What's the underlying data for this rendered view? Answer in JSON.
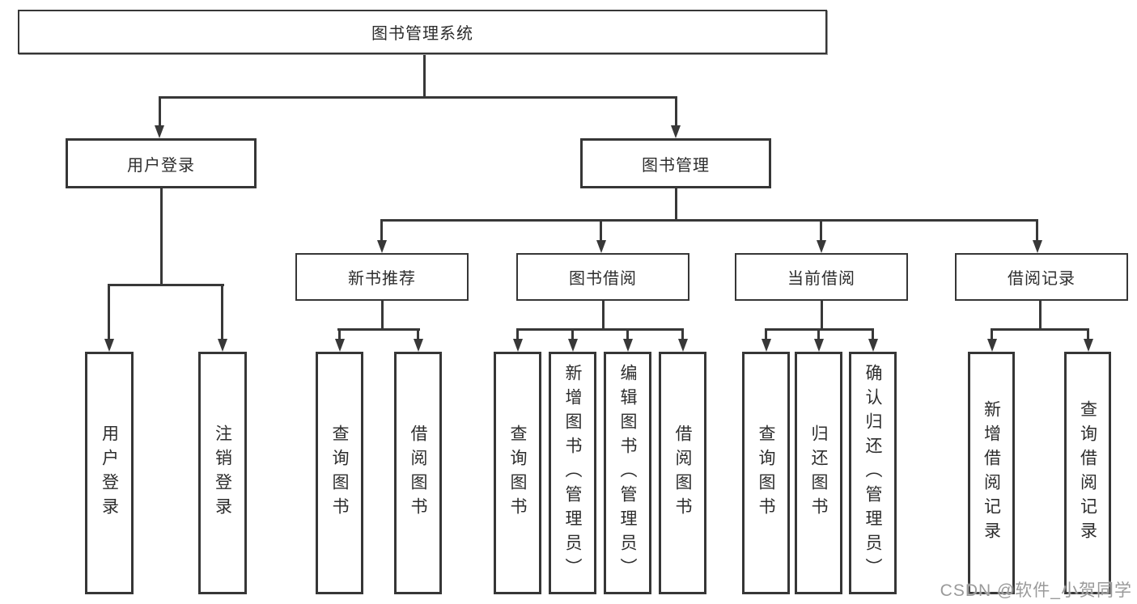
{
  "diagram": {
    "root": "图书管理系统",
    "level2": [
      "用户登录",
      "图书管理"
    ],
    "level3": [
      "新书推荐",
      "图书借阅",
      "当前借阅",
      "借阅记录"
    ],
    "leaves": [
      "用户登录",
      "注销登录",
      "查询图书",
      "借阅图书",
      "查询图书",
      "新增图书（管理员）",
      "编辑图书（管理员）",
      "借阅图书",
      "查询图书",
      "归还图书",
      "确认归还（管理员）",
      "新增借阅记录",
      "查询借阅记录"
    ]
  },
  "watermark": "CSDN @软件_小贺同学",
  "colors": {
    "line": "#383838",
    "border": "#363636",
    "text": "#2d2d2d",
    "watermark_text": "#9a9a9a",
    "background": "#ffffff"
  }
}
